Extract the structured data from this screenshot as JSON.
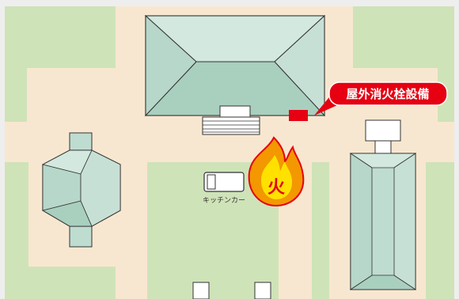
{
  "labels": {
    "hydrant_callout": "屋外消火栓設備",
    "kitchen_car": "キッチンカー",
    "fire_symbol": "火"
  },
  "colors": {
    "background": "#eeeeee",
    "plaza": "#f8e7d0",
    "lawn": "#cfe3b8",
    "building_fill": "#bfdcd0",
    "building_stroke": "#333333",
    "hydrant": "#e60012",
    "callout": "#e60012",
    "fire_outer": "#f39800",
    "fire_inner": "#ffe100",
    "fire_char": "#e60012"
  },
  "icons": {
    "fire": "fire-icon",
    "hydrant": "hydrant-marker",
    "kitchen_car": "kitchen-car-icon"
  }
}
